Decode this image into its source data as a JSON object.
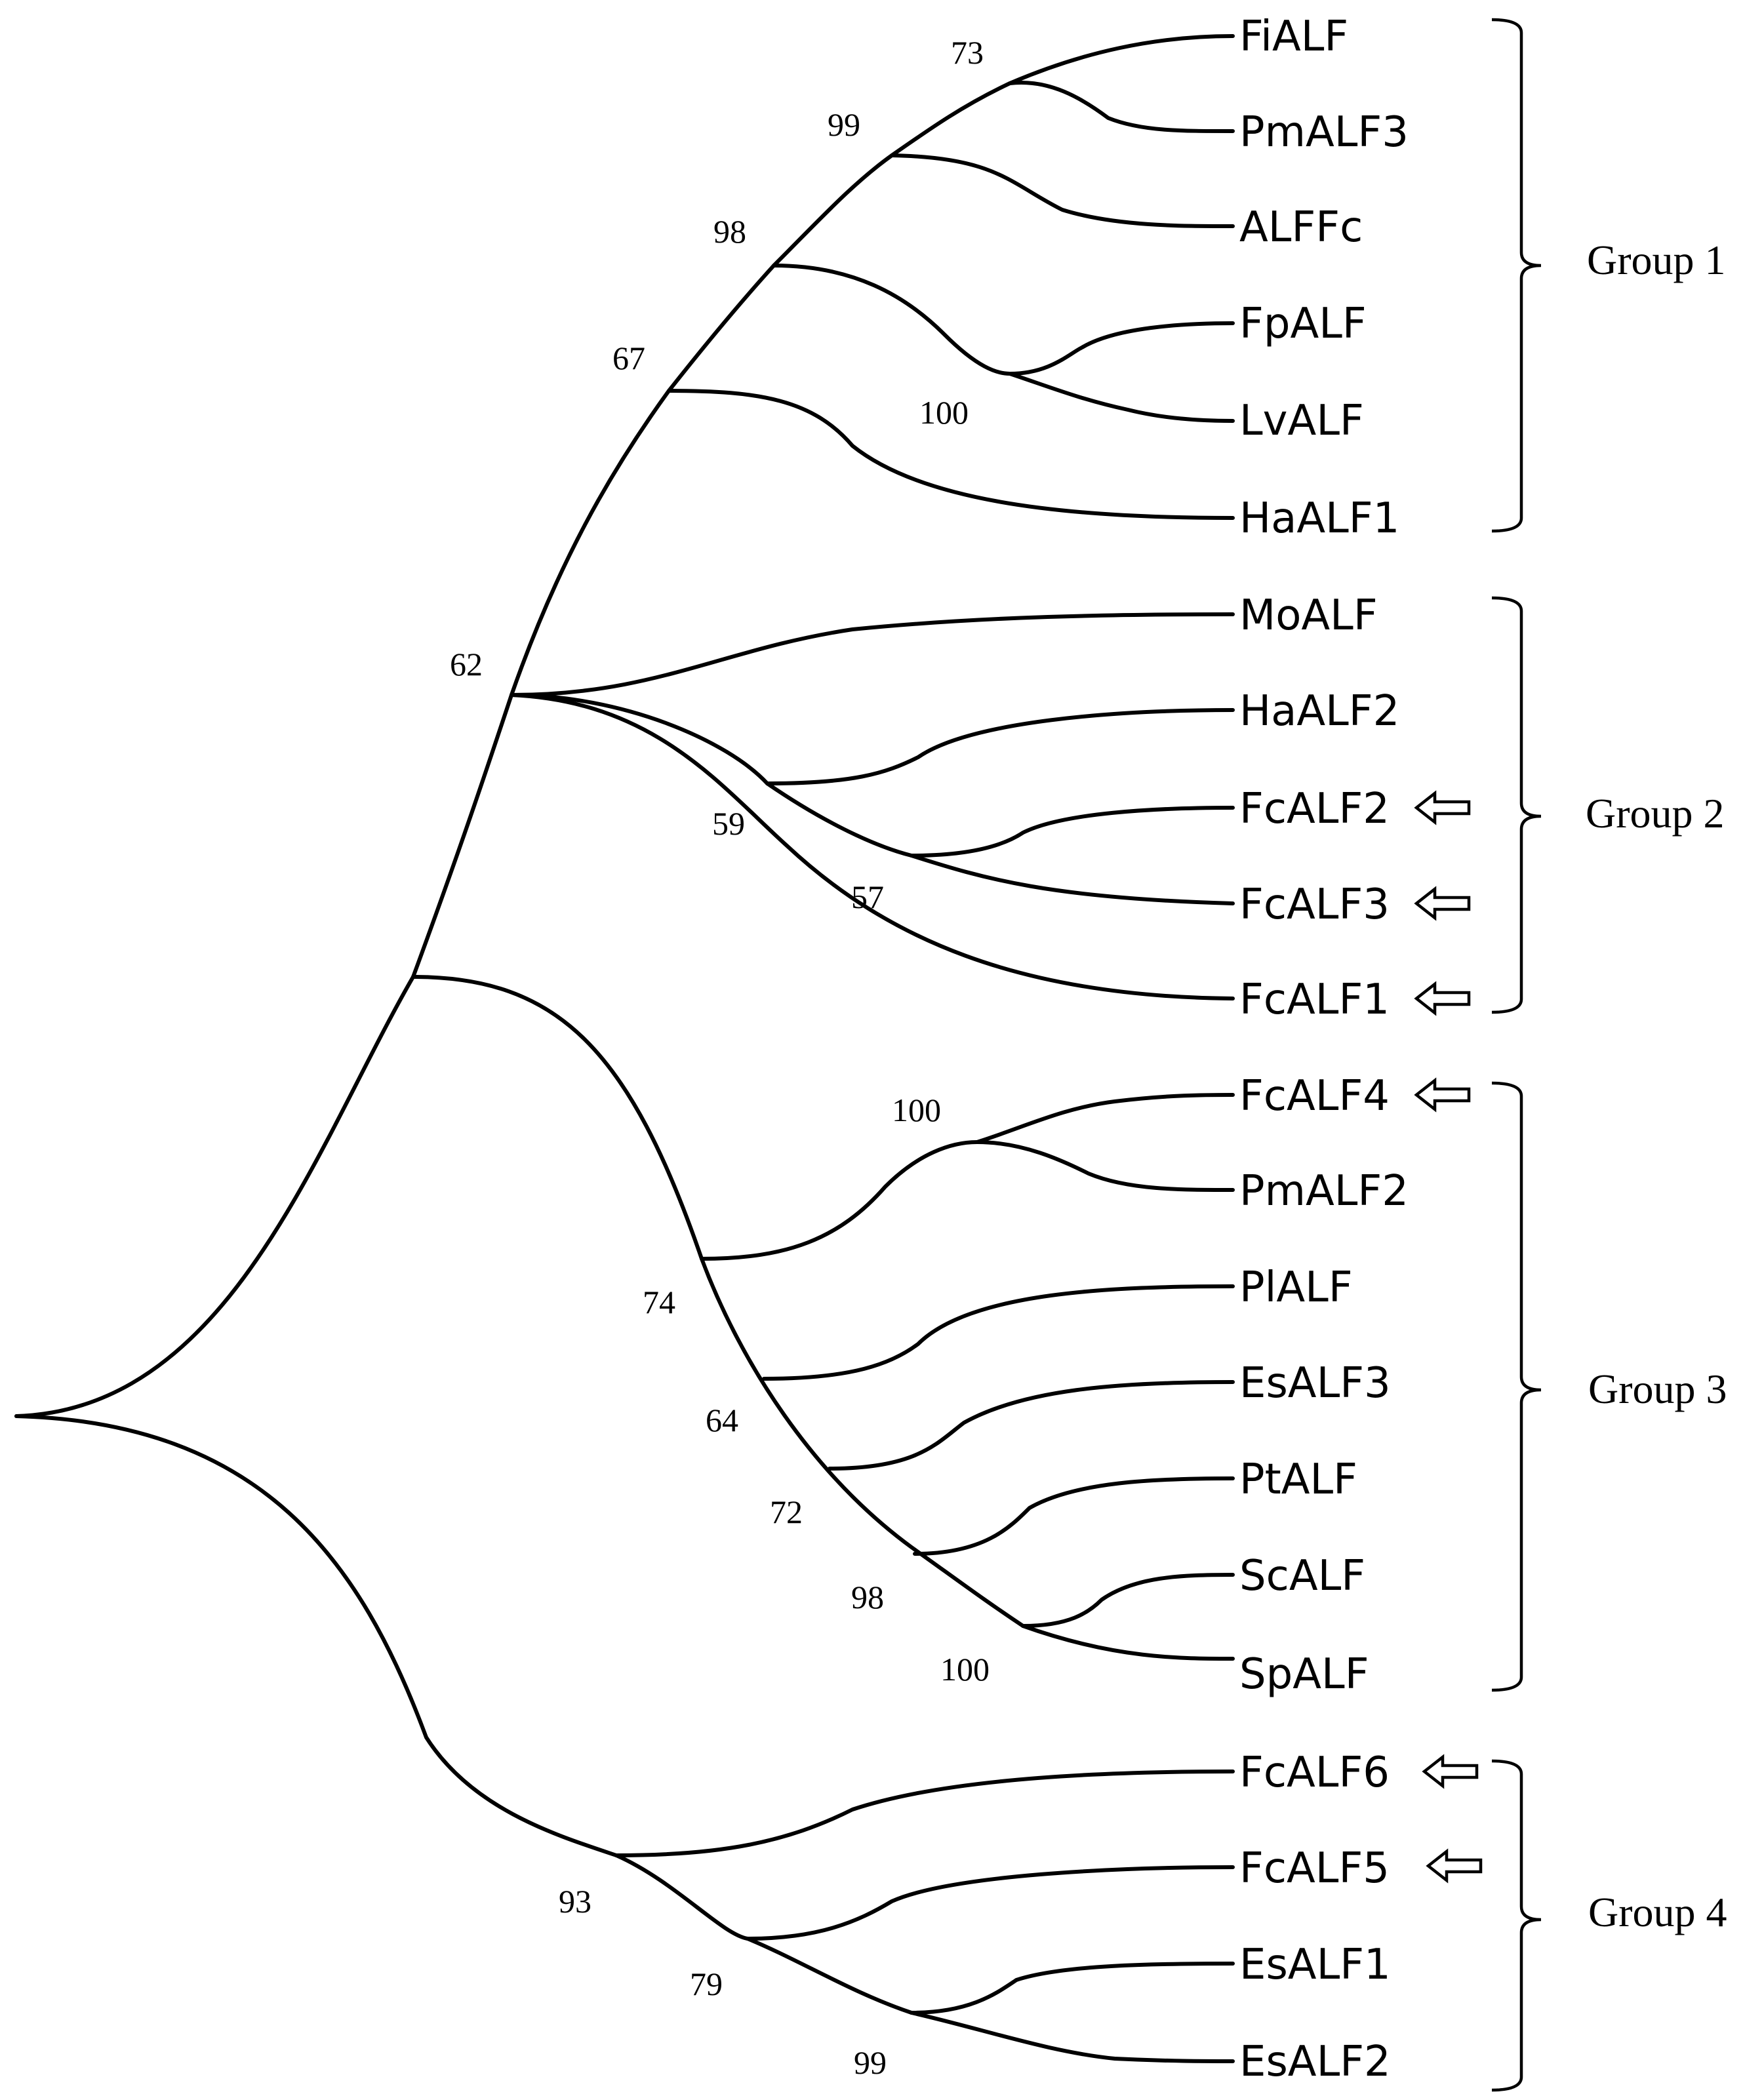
{
  "taxa": [
    "FiALF",
    "PmALF3",
    "ALFFc",
    "FpALF",
    "LvALF",
    "HaALF1",
    "MoALF",
    "HaALF2",
    "FcALF2",
    "FcALF3",
    "FcALF1",
    "FcALF4",
    "PmALF2",
    "PlALF",
    "EsALF3",
    "PtALF",
    "ScALF",
    "SpALF",
    "FcALF6",
    "FcALF5",
    "EsALF1",
    "EsALF2"
  ],
  "bootstrap_values": [
    "73",
    "99",
    "98",
    "100",
    "67",
    "62",
    "59",
    "57",
    "100",
    "74",
    "64",
    "72",
    "98",
    "100",
    "93",
    "79",
    "99"
  ],
  "groups": [
    "Group 1",
    "Group 2",
    "Group 3",
    "Group 4"
  ],
  "marked_taxa": [
    "FcALF2",
    "FcALF3",
    "FcALF1",
    "FcALF4",
    "FcALF6",
    "FcALF5"
  ],
  "marker_icon": "hollow-left-arrow-icon"
}
